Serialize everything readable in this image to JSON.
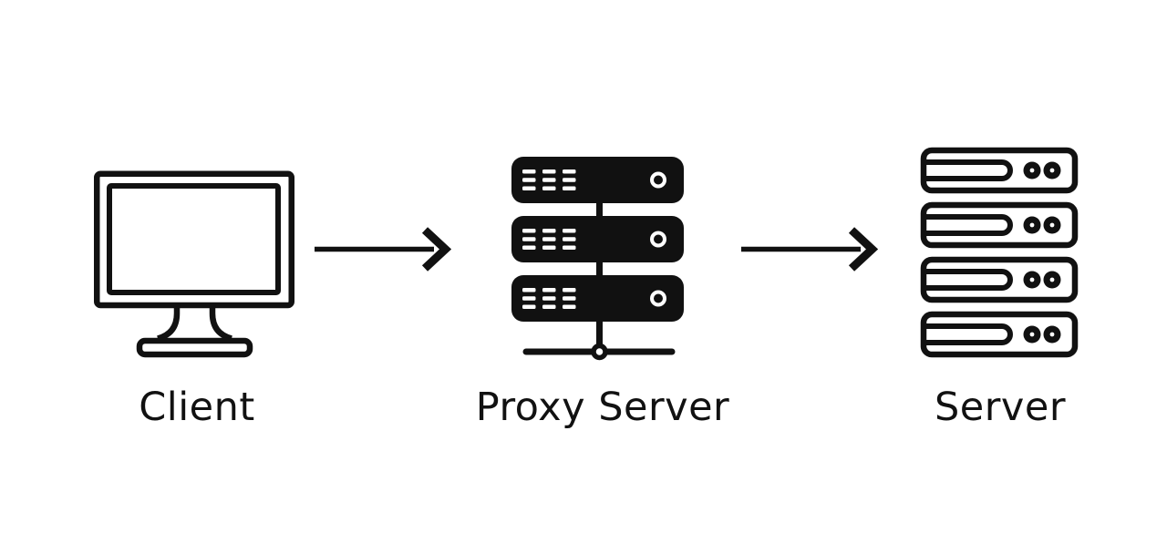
{
  "colors": {
    "bg": "#ffffff",
    "ink": "#111111"
  },
  "diagram": {
    "type": "flow-left-to-right",
    "nodes": [
      {
        "label": "Client",
        "icon": "desktop-monitor-icon"
      },
      {
        "label": "Proxy Server",
        "icon": "proxy-server-stack-icon"
      },
      {
        "label": "Server",
        "icon": "server-rack-icon"
      }
    ],
    "connections": [
      {
        "from": "Client",
        "to": "Proxy Server",
        "type": "arrow-right"
      },
      {
        "from": "Proxy Server",
        "to": "Server",
        "type": "arrow-right"
      }
    ]
  }
}
